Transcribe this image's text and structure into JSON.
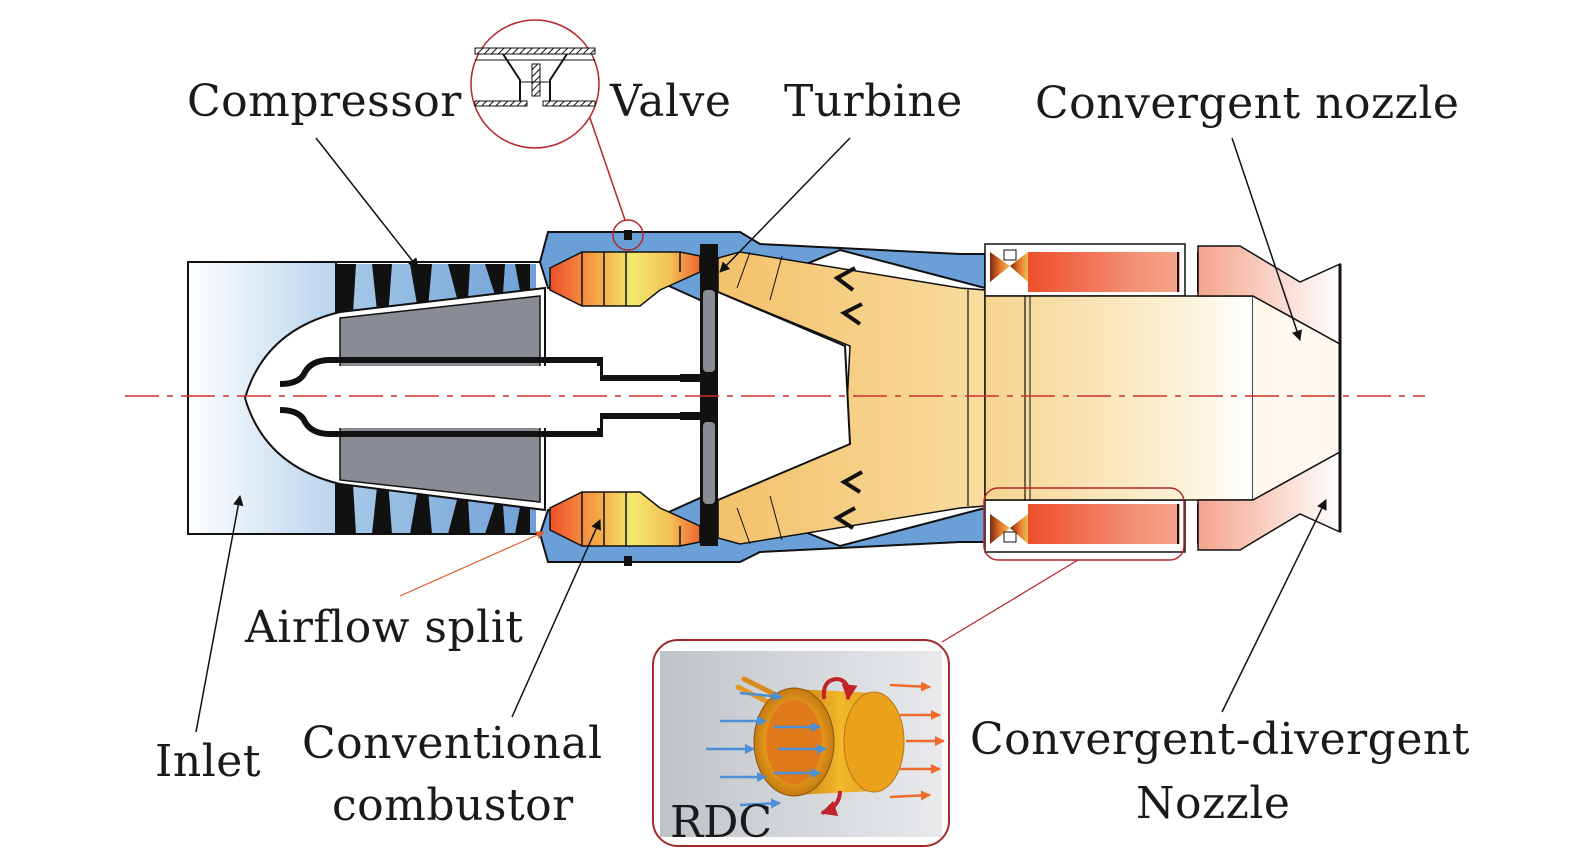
{
  "diagram": {
    "title": "Turbojet engine with rotating detonation combustor (RDC) and valve-controlled airflow split",
    "labels": {
      "compressor": "Compressor",
      "valve": "Valve",
      "turbine": "Turbine",
      "convergent_nozzle": "Convergent nozzle",
      "airflow_split": "Airflow split",
      "inlet": "Inlet",
      "conventional_combustor_line1": "Conventional",
      "conventional_combustor_line2": "combustor",
      "cd_nozzle_line1": "Convergent-divergent",
      "cd_nozzle_line2": "Nozzle",
      "rdc": "RDC"
    },
    "colors": {
      "casing_blue": "#6a9fd8",
      "inlet_blue": "#bcd6ec",
      "hub_gray": "#8a8c94",
      "combustor_hot": "#f0582e",
      "combustor_warm": "#f3e46a",
      "exhaust_tan": "#f5c97a",
      "exhaust_pale": "#fbeecd",
      "rdc_red": "#ee5a36",
      "callout_red": "#b3262c",
      "centerline_red": "#d0302c",
      "arrow_black": "#111111",
      "airflow_arrow_orange": "#e0602a",
      "rdc_inflow_blue": "#4b8fd6",
      "rdc_outflow_orange": "#ef6a2d",
      "rdc_body_gold": "#e9a21a",
      "rdc_rotation_red": "#c0232a"
    }
  }
}
